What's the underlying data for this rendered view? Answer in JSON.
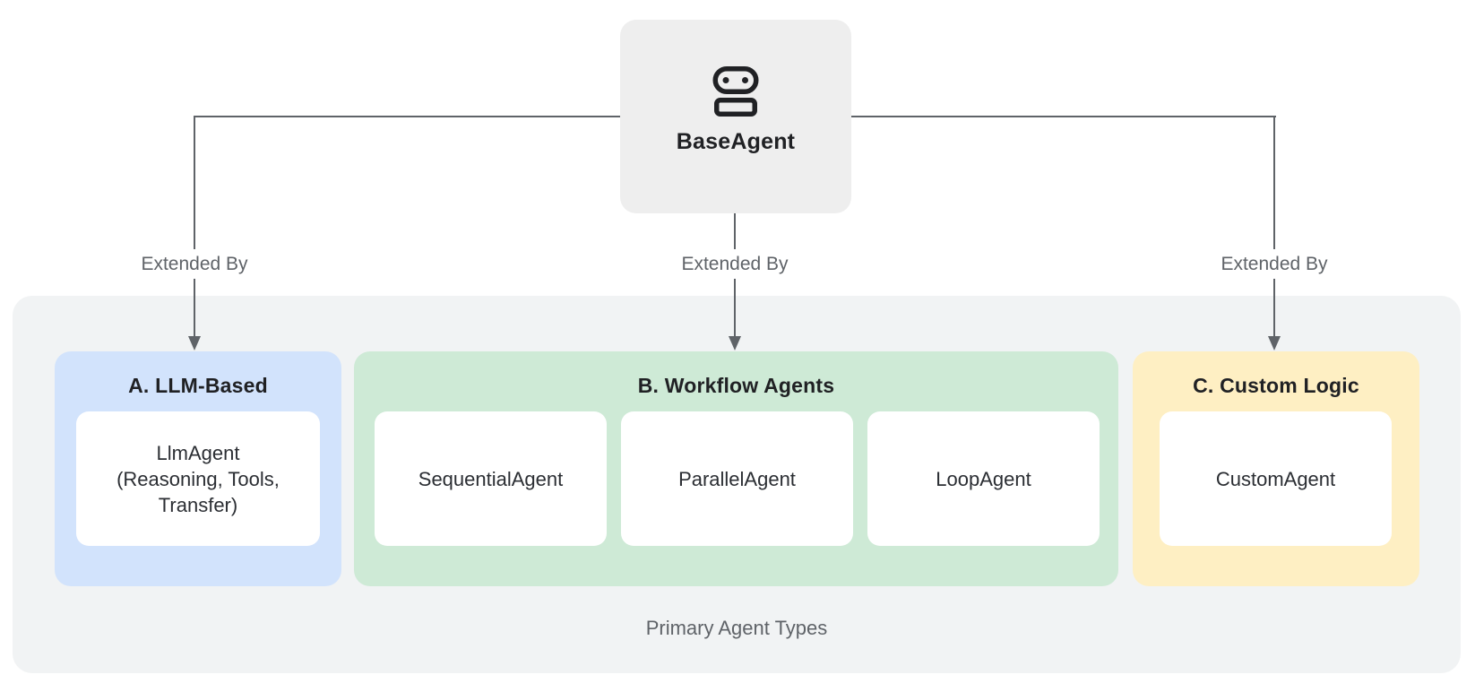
{
  "diagram": {
    "root_node": {
      "label": "BaseAgent",
      "icon": "robot-icon"
    },
    "connectors": [
      {
        "label": "Extended By"
      },
      {
        "label": "Extended By"
      },
      {
        "label": "Extended By"
      }
    ],
    "container": {
      "caption": "Primary Agent Types",
      "groups": [
        {
          "title": "A. LLM-Based",
          "color": "#d2e3fc",
          "cards": [
            {
              "label": "LlmAgent\n(Reasoning, Tools,\nTransfer)"
            }
          ]
        },
        {
          "title": "B. Workflow Agents",
          "color": "#ceead6",
          "cards": [
            {
              "label": "SequentialAgent"
            },
            {
              "label": "ParallelAgent"
            },
            {
              "label": "LoopAgent"
            }
          ]
        },
        {
          "title": "C. Custom Logic",
          "color": "#feefc3",
          "cards": [
            {
              "label": "CustomAgent"
            }
          ]
        }
      ]
    },
    "colors": {
      "root_box_bg": "#eeeeee",
      "container_bg": "#f1f3f4",
      "llm_group_bg": "#d2e3fc",
      "workflow_group_bg": "#ceead6",
      "custom_group_bg": "#feefc3",
      "card_bg": "#ffffff",
      "line": "#5f6368",
      "text_primary": "#202124",
      "text_secondary": "#5f6368",
      "icon_color": "#202124"
    }
  }
}
